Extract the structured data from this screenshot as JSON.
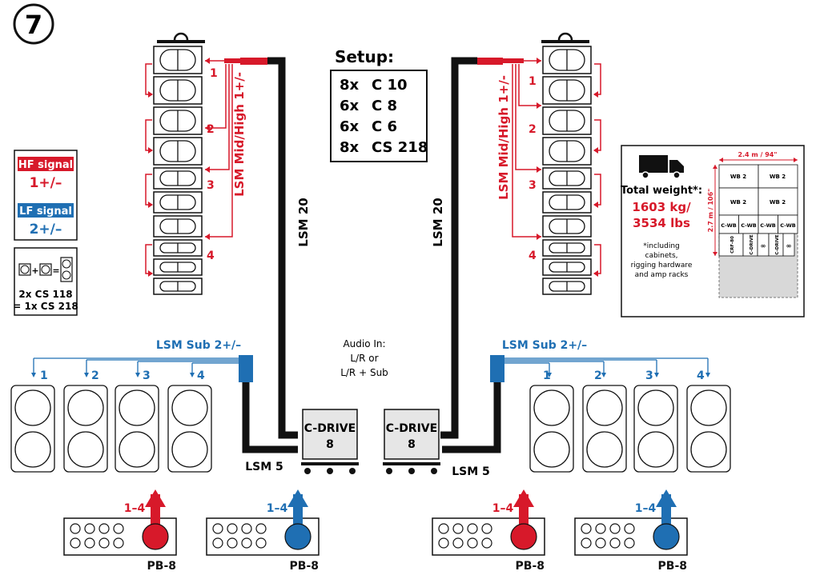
{
  "step_number": "7",
  "setup": {
    "title": "Setup:",
    "items": [
      {
        "qty": "8x",
        "model": "C 10"
      },
      {
        "qty": "6x",
        "model": "C 8"
      },
      {
        "qty": "6x",
        "model": "C 6"
      },
      {
        "qty": "8x",
        "model": "CS 218"
      }
    ]
  },
  "legend": {
    "hf_title": "HF signal",
    "hf_value": "1+/–",
    "lf_title": "LF signal",
    "lf_value": "2+/–",
    "sub_line1": "2x CS 118",
    "sub_line2": "= 1x CS 218"
  },
  "cables": {
    "mid_high": "LSM Mid/High 1+/-",
    "lsm20": "LSM 20",
    "sub": "LSM Sub 2+/–",
    "lsm5": "LSM 5"
  },
  "array_groups": [
    "1",
    "2",
    "3",
    "4"
  ],
  "sub_numbers": [
    "1",
    "2",
    "3",
    "4"
  ],
  "audio_in": [
    "Audio In:",
    "L/R or",
    "L/R + Sub"
  ],
  "c_drive": {
    "line1": "C-DRIVE",
    "line2": "8"
  },
  "powerbox": {
    "label": "PB-8",
    "range": "1–4"
  },
  "truck": {
    "total_label": "Total weight*:",
    "weight_kg": "1603 kg/",
    "weight_lbs": "3534 lbs",
    "note1": "*including",
    "note2": "cabinets,",
    "note3": "rigging hardware",
    "note4": "and amp racks",
    "width_dim": "2.4 m / 94\"",
    "height_dim": "2.7 m / 106\"",
    "wb": "WB 2",
    "cwb": "C-WB",
    "crf": "CRF-80",
    "cdrive_short": "C-DRIVE"
  },
  "colors": {
    "red": "#d7192a",
    "blue": "#1f6fb3",
    "black": "#111111"
  }
}
